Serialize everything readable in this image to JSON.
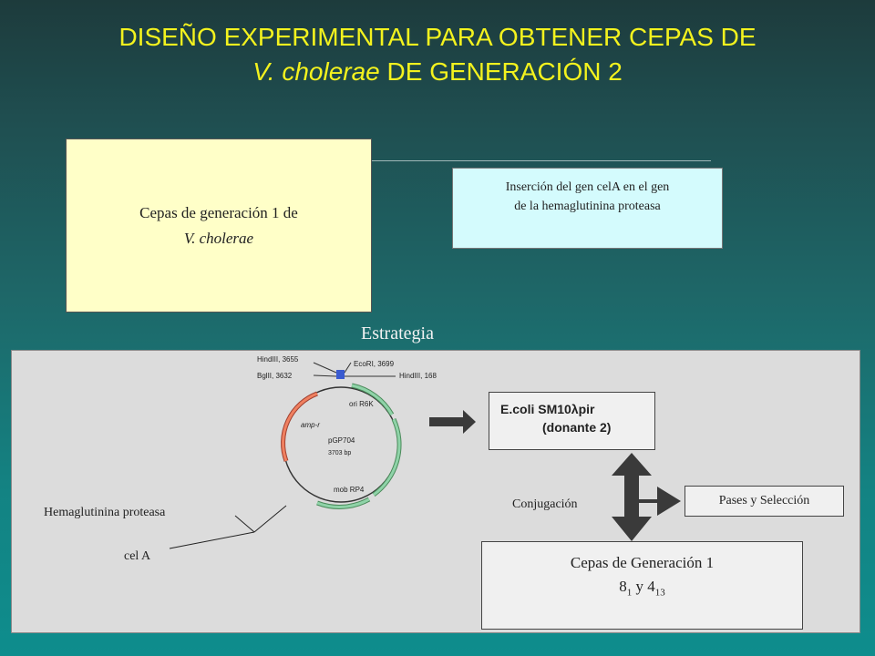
{
  "title": {
    "line1": "DISEÑO EXPERIMENTAL PARA OBTENER CEPAS  DE",
    "line2_italic": "V. cholerae",
    "line2_rest": " DE GENERACIÓN 2"
  },
  "gen1_box": {
    "line1": "Cepas de generación 1 de",
    "line2": "V. cholerae"
  },
  "insert_box": {
    "line1": "Inserción del gen celA en el gen",
    "line2": "de la hemaglutinina proteasa"
  },
  "strategy_label": "Estrategia",
  "plasmid": {
    "name": "pGP704",
    "size": "3703 bp",
    "sites": {
      "hind3_3655": "HindIII, 3655",
      "bgl2_3632": "BglII, 3632",
      "ecor1_3699": "EcoRI, 3699",
      "hind3_168": "HindIII, 168"
    },
    "features": {
      "ori": "ori R6K",
      "amp": "amp-r",
      "mob": "mob RP4"
    }
  },
  "ecoli_box": {
    "line1": "E.coli SM10λpir",
    "line2": "(donante 2)"
  },
  "conjugation_label": "Conjugación",
  "pases_box": "Pases y Selección",
  "gen1b_box": {
    "line1": "Cepas de Generación 1",
    "line2_a": "8",
    "line2_a_sub": "1",
    "line2_mid": " y 4",
    "line2_b_sub": "13"
  },
  "hemag_label": "Hemaglutinina proteasa",
  "cela_label": "cel A",
  "colors": {
    "title": "#f3f21e",
    "ori_feature": "#8fd3a8",
    "amp_feature": "#f08060",
    "marker": "#3a5bd0",
    "arrow": "#3a3a3a"
  }
}
